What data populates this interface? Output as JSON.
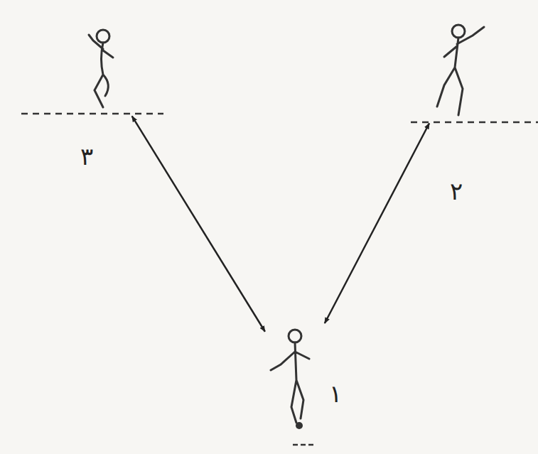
{
  "diagram": {
    "nodes": [
      {
        "text": [
          "٣"
        ]
      },
      {
        "text": [
          "٢"
        ]
      },
      {
        "text": [
          "١"
        ]
      }
    ],
    "edges": [
      {
        "from": 2,
        "to": 0,
        "arrow": "both"
      },
      {
        "from": 2,
        "to": 1,
        "arrow": "both"
      }
    ]
  }
}
